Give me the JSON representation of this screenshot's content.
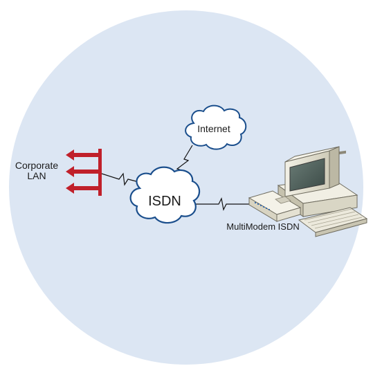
{
  "labels": {
    "corporate_line1": "Corporate",
    "corporate_line2": "LAN",
    "internet": "Internet",
    "isdn": "ISDN",
    "modem": "MultiModem ISDN"
  },
  "colors": {
    "background_circle": "#dce6f3",
    "cloud_fill": "#ffffff",
    "cloud_outline": "#1a4e8c",
    "arrow_red": "#c0202a",
    "link_line": "#111111",
    "computer_body": "#e9e6d8",
    "monitor_screen": "#4d5f5a"
  },
  "icons": {
    "cloud": "cloud-icon",
    "arrow": "arrow-left-icon",
    "computer": "desktop-computer-icon",
    "modem": "modem-icon"
  }
}
